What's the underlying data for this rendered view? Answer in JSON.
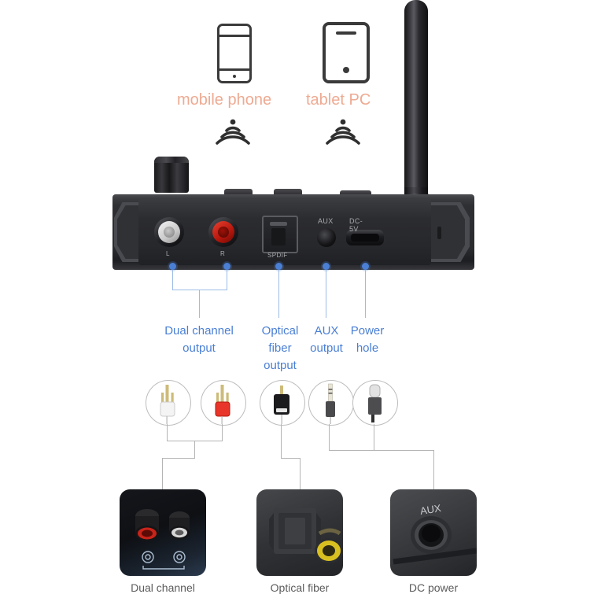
{
  "devices": [
    {
      "id": "mobile-phone",
      "label": "mobile phone",
      "icon": "phone-icon",
      "wifi": "wifi-signal-icon"
    },
    {
      "id": "tablet-pc",
      "label": "tablet PC",
      "icon": "tablet-icon",
      "wifi": "wifi-signal-icon"
    }
  ],
  "product": {
    "name": "bluetooth-audio-receiver",
    "antenna": "antenna",
    "knob": "volume-knob",
    "ports": [
      {
        "id": "rca-left",
        "label": "L",
        "type": "rca-white"
      },
      {
        "id": "rca-right",
        "label": "R",
        "type": "rca-red"
      },
      {
        "id": "spdif",
        "label": "SPDIF",
        "type": "optical-toslink"
      },
      {
        "id": "aux",
        "label": "AUX",
        "type": "aux-3.5mm"
      },
      {
        "id": "power",
        "label": "DC-5V",
        "type": "usb-c"
      }
    ]
  },
  "callouts": [
    {
      "id": "dual-channel-output",
      "lines": [
        "Dual channel",
        "output"
      ]
    },
    {
      "id": "optical-fiber-output",
      "lines": [
        "Optical",
        "fiber",
        "output"
      ]
    },
    {
      "id": "aux-output",
      "lines": [
        "AUX",
        "output"
      ]
    },
    {
      "id": "power-hole",
      "lines": [
        "Power",
        "hole"
      ]
    }
  ],
  "connectors": [
    {
      "id": "rca-plug-white",
      "type": "rca-plug-white"
    },
    {
      "id": "rca-plug-red",
      "type": "rca-plug-red"
    },
    {
      "id": "optical-plug",
      "type": "toslink-plug"
    },
    {
      "id": "aux-plug",
      "type": "3.5mm-plug"
    },
    {
      "id": "usb-c-plug",
      "type": "usb-c-plug"
    }
  ],
  "thumbnails": [
    {
      "id": "rca-application-photo",
      "caption": "Dual channel",
      "port_label": ""
    },
    {
      "id": "optical-application-photo",
      "caption": "Optical fiber",
      "port_label": ""
    },
    {
      "id": "aux-application-photo",
      "caption": "DC power",
      "port_label": "AUX"
    }
  ],
  "colors": {
    "device_label": "#eeaa92",
    "callout_blue": "#4a7fd4",
    "leader_line": "#9dbbe6",
    "connector_line": "#b4b4b4",
    "background": "#ffffff"
  }
}
